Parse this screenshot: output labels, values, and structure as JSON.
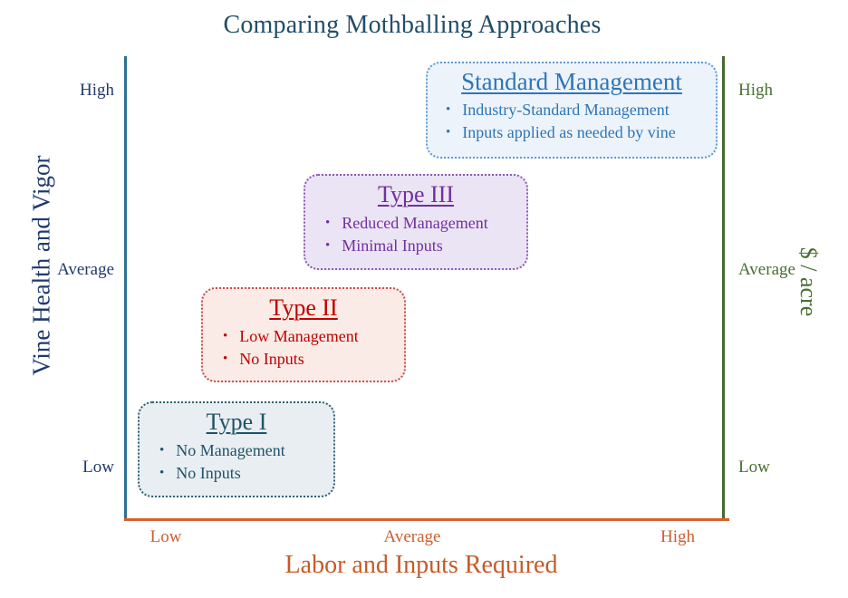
{
  "title": "Comparing Mothballing Approaches",
  "axes": {
    "left": {
      "label": "Vine Health and Vigor",
      "ticks": {
        "high": "High",
        "average": "Average",
        "low": "Low"
      },
      "text_color": "#223a6d",
      "line_color": "#2e7094"
    },
    "right": {
      "label": "$ / acre",
      "ticks": {
        "high": "High",
        "average": "Average",
        "low": "Low"
      },
      "text_color": "#4a6f33",
      "line_color": "#456b2e"
    },
    "bottom": {
      "label": "Labor and Inputs Required",
      "ticks": {
        "low": "Low",
        "average": "Average",
        "high": "High"
      },
      "text_color": "#cd5f30",
      "line_color": "#d9602c"
    }
  },
  "boxes": [
    {
      "id": "standard-management",
      "title": "Standard Management",
      "bullets": [
        "Industry-Standard Management",
        "Inputs applied as needed by vine"
      ],
      "text_color": "#2e75b6",
      "bg_color": "#edf3fb",
      "border_color": "#5b9bd5"
    },
    {
      "id": "type-iii",
      "title": "Type III",
      "bullets": [
        "Reduced Management",
        "Minimal Inputs"
      ],
      "text_color": "#7030a0",
      "bg_color": "#ebe4f4",
      "border_color": "#8d5bb5"
    },
    {
      "id": "type-ii",
      "title": "Type II",
      "bullets": [
        "Low Management",
        "No Inputs"
      ],
      "text_color": "#c00000",
      "bg_color": "#faebe6",
      "border_color": "#cc4b4b"
    },
    {
      "id": "type-i",
      "title": "Type I",
      "bullets": [
        "No Management",
        "No Inputs"
      ],
      "text_color": "#1f5368",
      "bg_color": "#e9eef2",
      "border_color": "#2e6175"
    }
  ],
  "chart_data": {
    "type": "scatter",
    "title": "Comparing Mothballing Approaches",
    "xlabel": "Labor and Inputs Required",
    "ylabel_left": "Vine Health and Vigor",
    "ylabel_right": "$ / acre",
    "x_ticks": [
      "Low",
      "Average",
      "High"
    ],
    "y_ticks_left": [
      "Low",
      "Average",
      "High"
    ],
    "y_ticks_right": [
      "Low",
      "Average",
      "High"
    ],
    "scale_note": "qualitative axes: 0 = Low, 1 = Average, 2 = High",
    "points": [
      {
        "label": "Type I",
        "x": 0.3,
        "y": 0.1,
        "details": [
          "No Management",
          "No Inputs"
        ]
      },
      {
        "label": "Type II",
        "x": 0.55,
        "y": 0.65,
        "details": [
          "Low Management",
          "No Inputs"
        ]
      },
      {
        "label": "Type III",
        "x": 1.0,
        "y": 1.25,
        "details": [
          "Reduced Management",
          "Minimal Inputs"
        ]
      },
      {
        "label": "Standard Management",
        "x": 1.65,
        "y": 1.8,
        "details": [
          "Industry-Standard Management",
          "Inputs applied as needed by vine"
        ]
      }
    ],
    "legend": "none",
    "grid": false
  }
}
